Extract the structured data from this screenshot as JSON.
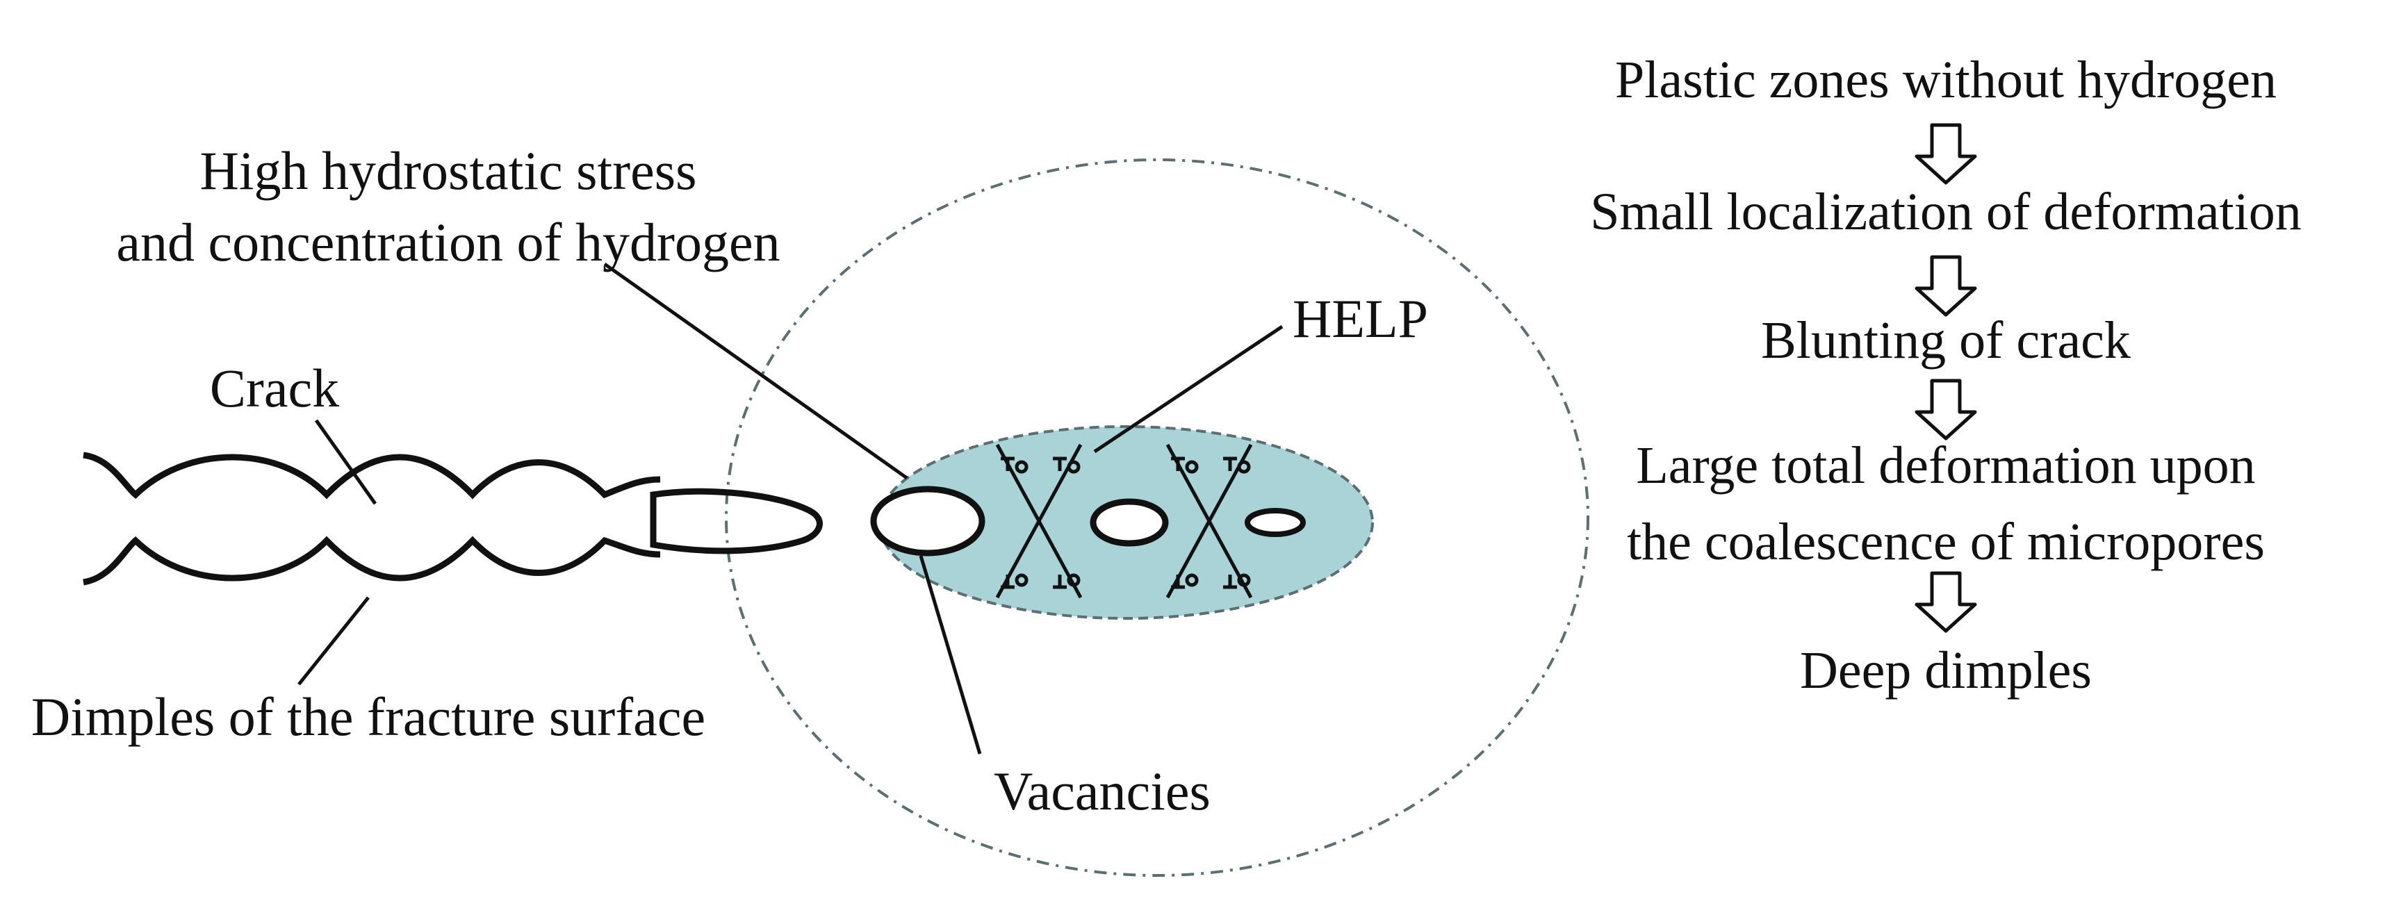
{
  "labels": {
    "stress_line1": "High hydrostatic stress",
    "stress_line2": "and concentration of hydrogen",
    "crack": "Crack",
    "dimples": "Dimples of the fracture surface",
    "help": "HELP",
    "vacancies": "Vacancies"
  },
  "flow_steps": [
    "Plastic zones without hydrogen",
    "Small localization of deformation",
    "Blunting of crack",
    "Large total deformation upon",
    "the coalescence of micropores",
    "Deep dimples"
  ],
  "colors": {
    "plastic_zone_fill": "#a9d3d6",
    "outline": "#111111",
    "dashed_boundary": "#5b6f73"
  },
  "icons": {
    "flow_arrow": "hollow-down-arrow",
    "dislocation": "dislocation-symbol"
  }
}
